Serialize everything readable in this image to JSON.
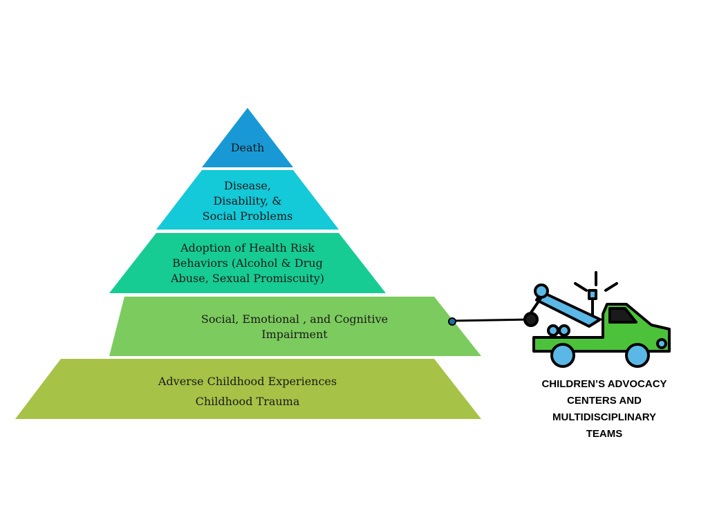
{
  "pyramid": {
    "tiers": [
      {
        "id": "death",
        "lines": [
          "Death"
        ],
        "color": "#1899D6"
      },
      {
        "id": "disease",
        "lines": [
          "Disease,",
          "Disability, &",
          "Social Problems"
        ],
        "color": "#14C9D8"
      },
      {
        "id": "health-risk",
        "lines": [
          "Adoption of Health Risk",
          "Behaviors (Alcohol & Drug",
          "Abuse, Sexual Promiscuity)"
        ],
        "color": "#16CC92"
      },
      {
        "id": "impairment",
        "lines": [
          "Social, Emotional , and Cognitive",
          "Impairment"
        ],
        "color": "#7CCB5E"
      },
      {
        "id": "ace",
        "lines": [
          "Adverse Childhood Experiences",
          "Childhood Trauma"
        ],
        "color": "#A6C247"
      }
    ]
  },
  "tow_truck": {
    "icon": "tow-truck-icon",
    "body_color": "#4CC23B",
    "wheel_color": "#5BB8E6",
    "caption_lines": [
      "CHILDREN’S ADVOCACY",
      "CENTERS AND",
      "MULTIDISCIPLINARY",
      "TEAMS"
    ]
  }
}
